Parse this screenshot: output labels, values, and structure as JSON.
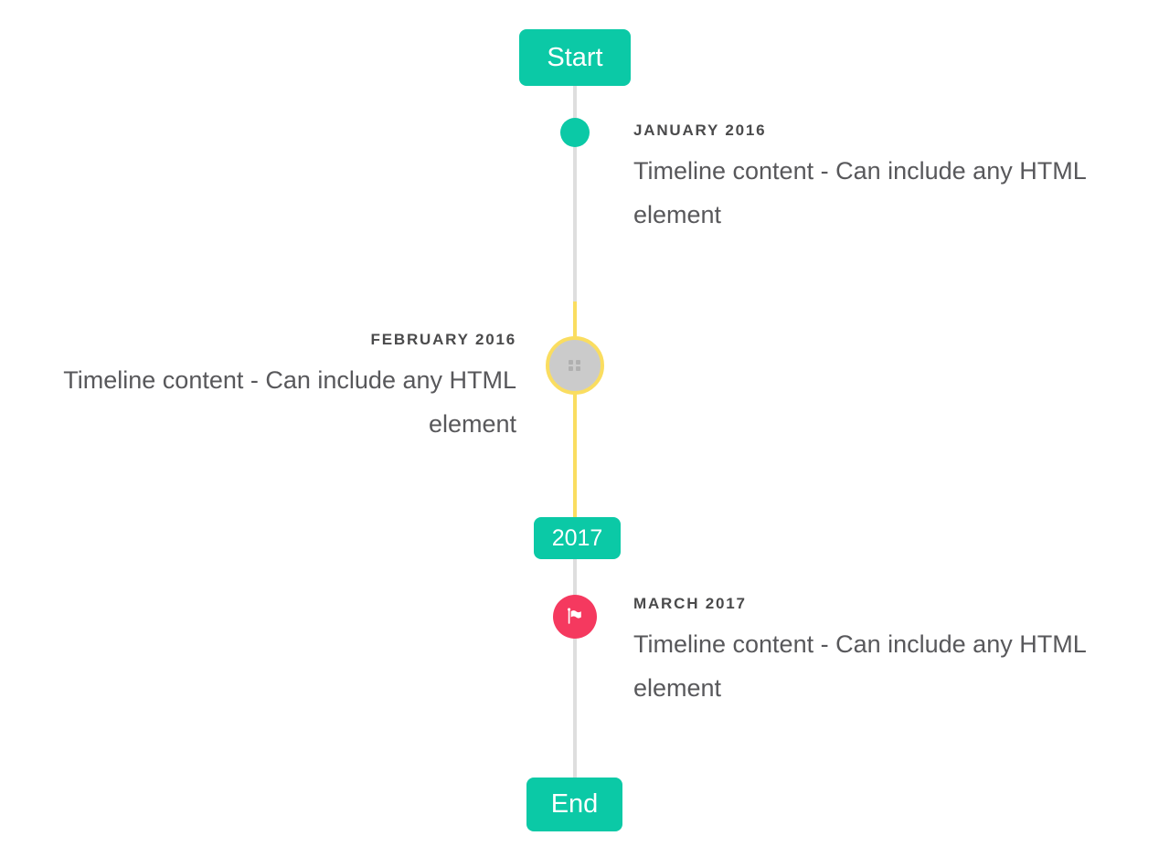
{
  "timeline": {
    "start_label": "Start",
    "end_label": "End",
    "year_badge_label": "2017",
    "items": [
      {
        "date": "JANUARY 2016",
        "content": "Timeline content - Can include any HTML element",
        "side": "right",
        "marker": "teal-dot"
      },
      {
        "date": "FEBRUARY 2016",
        "content": "Timeline content - Can include any HTML element",
        "side": "left",
        "marker": "gray-circle-with-broken-image"
      },
      {
        "date": "MARCH 2017",
        "content": "Timeline content - Can include any HTML element",
        "side": "right",
        "marker": "red-flag-circle"
      }
    ]
  },
  "icons": {
    "flag": "flag-icon",
    "broken_image": "broken-image-icon"
  },
  "colors": {
    "teal": "#0bc9a6",
    "yellow": "#fadd60",
    "red": "#f5395f",
    "line-gray": "#dedede",
    "circle-gray": "#cbcbcb",
    "date-color": "#4a4a4b",
    "content-color": "#58585b"
  }
}
